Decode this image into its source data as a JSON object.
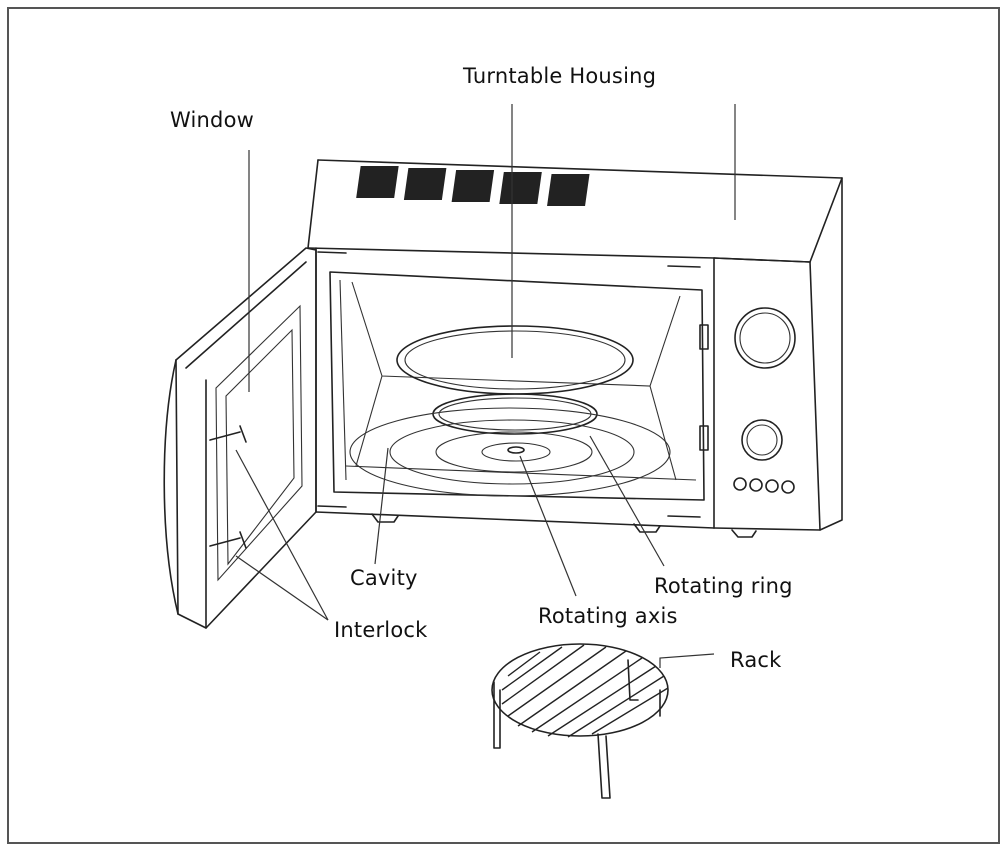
{
  "labels": {
    "turntable_housing": "Turntable Housing",
    "window": "Window",
    "cavity": "Cavity",
    "interlock": "Interlock",
    "rotating_ring": "Rotating ring",
    "rotating_axis": "Rotating axis",
    "rack": "Rack"
  },
  "colors": {
    "line": "#222222",
    "frame": "#555555",
    "background": "#ffffff"
  }
}
